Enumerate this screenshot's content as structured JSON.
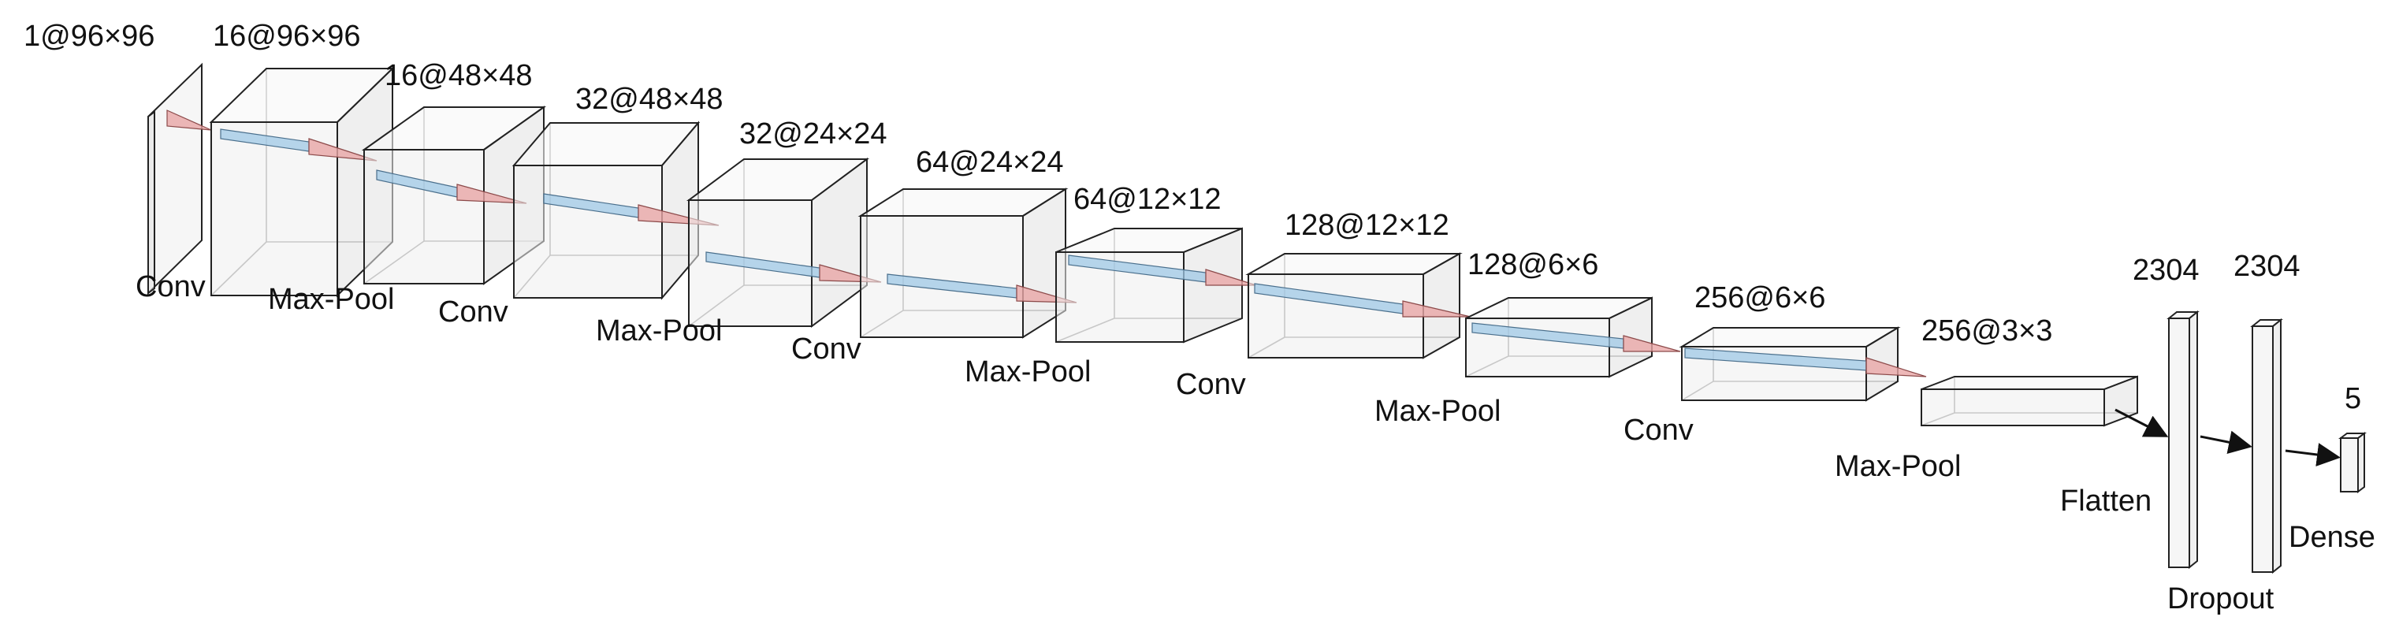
{
  "layers": [
    {
      "dim": "1@96×96",
      "op": "Conv"
    },
    {
      "dim": "16@96×96",
      "op": "Max-Pool"
    },
    {
      "dim": "16@48×48",
      "op": "Conv"
    },
    {
      "dim": "32@48×48",
      "op": "Max-Pool"
    },
    {
      "dim": "32@24×24",
      "op": "Conv"
    },
    {
      "dim": "64@24×24",
      "op": "Max-Pool"
    },
    {
      "dim": "64@12×12",
      "op": "Conv"
    },
    {
      "dim": "128@12×12",
      "op": "Max-Pool"
    },
    {
      "dim": "128@6×6",
      "op": "Conv"
    },
    {
      "dim": "256@6×6",
      "op": "Max-Pool"
    },
    {
      "dim": "256@3×3",
      "op": "Flatten"
    }
  ],
  "dense_layers": [
    {
      "dim": "2304",
      "op": "Dropout"
    },
    {
      "dim": "2304",
      "op": "Dense"
    },
    {
      "dim": "5",
      "op": ""
    }
  ],
  "colors": {
    "kernel": "#9fc8e6",
    "cone": "#e9a6a6",
    "edge": "#222222"
  }
}
